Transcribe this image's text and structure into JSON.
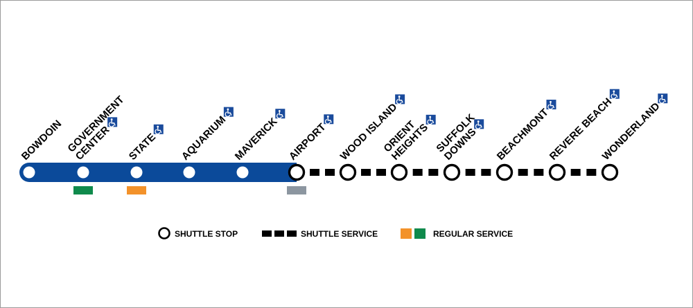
{
  "colors": {
    "blue_line": "#0b4a9a",
    "shuttle": "#000000",
    "orange_line": "#f3922a",
    "green_line": "#0f8a4c",
    "silver_line": "#8c96a0",
    "access_badge": "#1a4b9c"
  },
  "stations": [
    {
      "lines": [
        "BOWDOIN"
      ],
      "accessible": false,
      "segment": "regular",
      "connection": null
    },
    {
      "lines": [
        "GOVERNMENT",
        "CENTER"
      ],
      "accessible": true,
      "segment": "regular",
      "connection": "green_line"
    },
    {
      "lines": [
        "STATE"
      ],
      "accessible": true,
      "segment": "regular",
      "connection": "orange_line"
    },
    {
      "lines": [
        "AQUARIUM"
      ],
      "accessible": true,
      "segment": "regular",
      "connection": null
    },
    {
      "lines": [
        "MAVERICK"
      ],
      "accessible": true,
      "segment": "regular",
      "connection": null
    },
    {
      "lines": [
        "AIRPORT"
      ],
      "accessible": true,
      "segment": "shuttle",
      "connection": "silver_line"
    },
    {
      "lines": [
        "WOOD ISLAND"
      ],
      "accessible": true,
      "segment": "shuttle",
      "connection": null
    },
    {
      "lines": [
        "ORIENT",
        "HEIGHTS"
      ],
      "accessible": true,
      "segment": "shuttle",
      "connection": null
    },
    {
      "lines": [
        "SUFFOLK",
        "DOWNS"
      ],
      "accessible": true,
      "segment": "shuttle",
      "connection": null
    },
    {
      "lines": [
        "BEACHMONT"
      ],
      "accessible": true,
      "segment": "shuttle",
      "connection": null
    },
    {
      "lines": [
        "REVERE BEACH"
      ],
      "accessible": true,
      "segment": "shuttle",
      "connection": null
    },
    {
      "lines": [
        "WONDERLAND"
      ],
      "accessible": true,
      "segment": "shuttle",
      "connection": null
    }
  ],
  "legend": {
    "shuttle_stop": "SHUTTLE STOP",
    "shuttle_service": "SHUTTLE SERVICE",
    "regular_service": "REGULAR SERVICE"
  },
  "accessible_icon": "wheelchair-icon"
}
